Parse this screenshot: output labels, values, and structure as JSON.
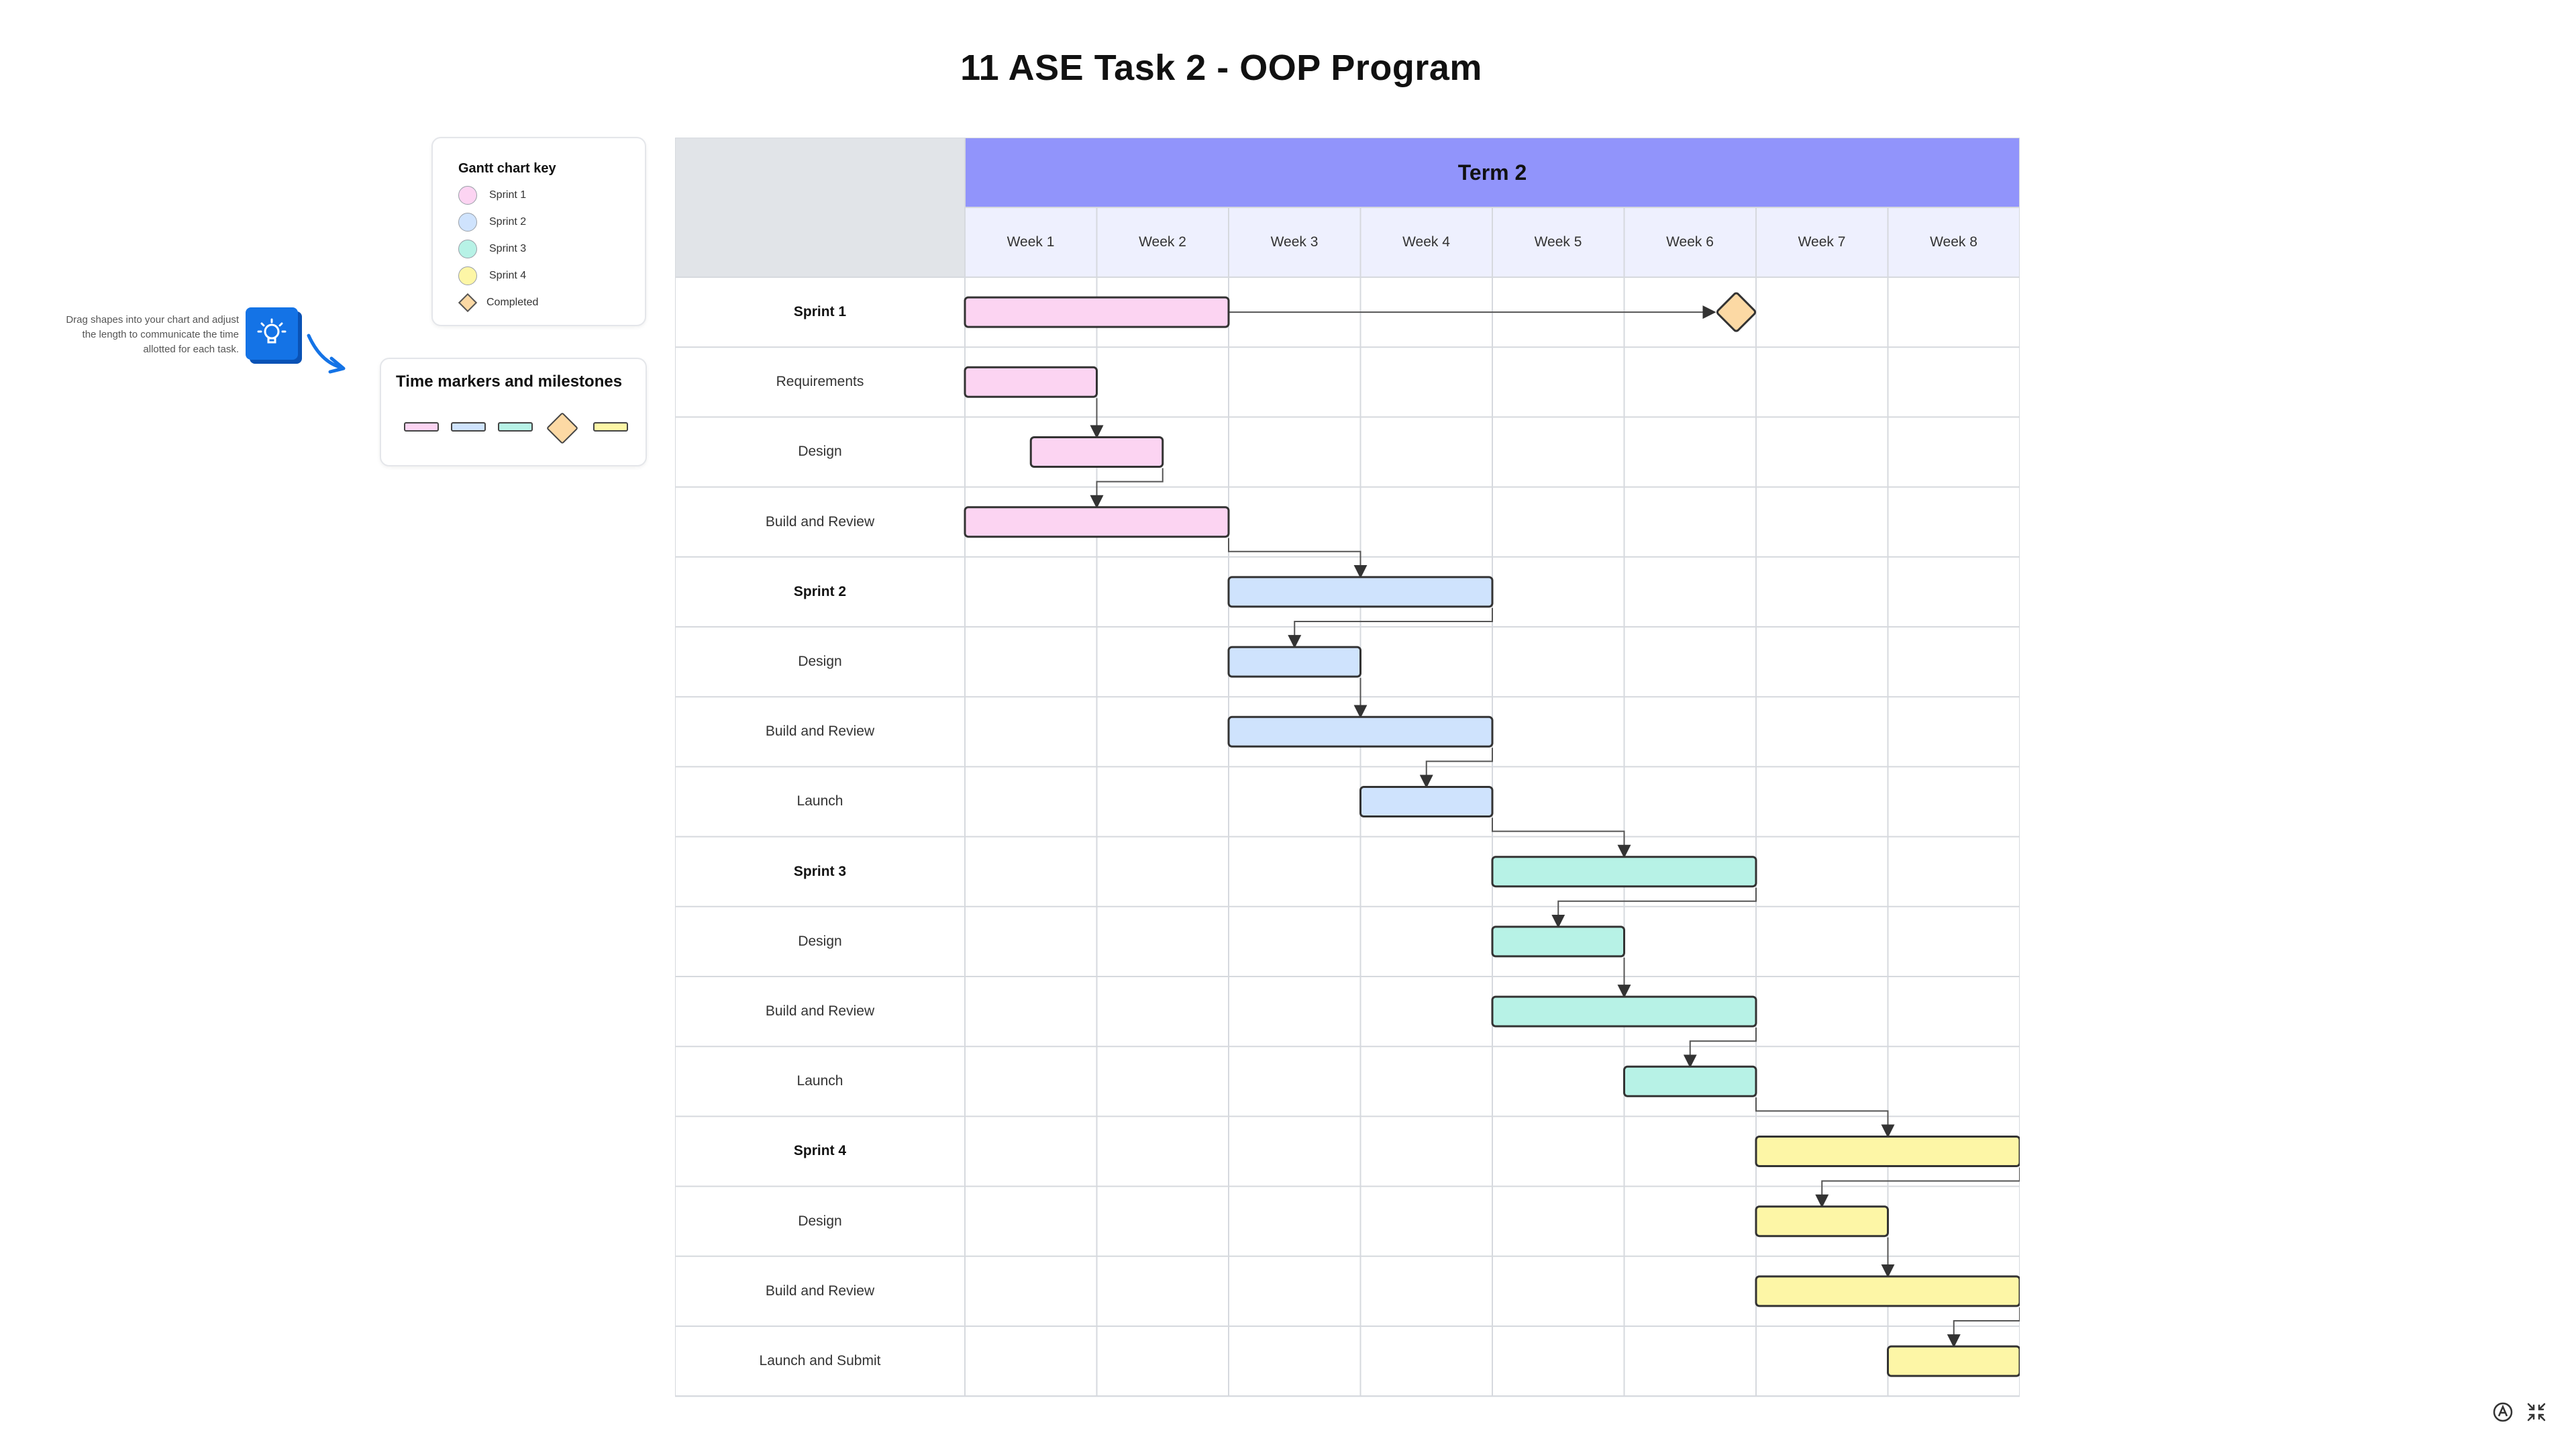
{
  "title": "11 ASE Task 2 - OOP Program",
  "key": {
    "title": "Gantt chart key",
    "items": [
      {
        "label": "Sprint 1",
        "color": "#fcd4f2"
      },
      {
        "label": "Sprint 2",
        "color": "#cfe3fd"
      },
      {
        "label": "Sprint 3",
        "color": "#b7f2e6"
      },
      {
        "label": "Sprint 4",
        "color": "#fdf6a6"
      },
      {
        "label": "Completed",
        "color": "#fcd9a4",
        "shape": "diamond"
      }
    ]
  },
  "markers": {
    "title": "Time markers and milestones"
  },
  "hint": {
    "text": "Drag shapes into your chart and adjust the length to communicate the time allotted for each task.",
    "icon": "lightbulb-icon"
  },
  "gantt": {
    "term": "Term 2",
    "weeks": [
      "Week 1",
      "Week 2",
      "Week 3",
      "Week 4",
      "Week 5",
      "Week 6",
      "Week 7",
      "Week 8"
    ],
    "rows": [
      {
        "label": "Sprint 1",
        "bold": true,
        "start": 0,
        "end": 2,
        "sprint": 0,
        "milestone": 5.85
      },
      {
        "label": "Requirements",
        "bold": false,
        "start": 0,
        "end": 1,
        "sprint": 0
      },
      {
        "label": "Design",
        "bold": false,
        "start": 0.5,
        "end": 1.5,
        "sprint": 0
      },
      {
        "label": "Build and Review",
        "bold": false,
        "start": 0,
        "end": 2,
        "sprint": 0
      },
      {
        "label": "Sprint 2",
        "bold": true,
        "start": 2,
        "end": 4,
        "sprint": 1
      },
      {
        "label": "Design",
        "bold": false,
        "start": 2,
        "end": 3,
        "sprint": 1
      },
      {
        "label": "Build and Review",
        "bold": false,
        "start": 2,
        "end": 4,
        "sprint": 1
      },
      {
        "label": "Launch",
        "bold": false,
        "start": 3,
        "end": 4,
        "sprint": 1
      },
      {
        "label": "Sprint 3",
        "bold": true,
        "start": 4,
        "end": 6,
        "sprint": 2
      },
      {
        "label": "Design",
        "bold": false,
        "start": 4,
        "end": 5,
        "sprint": 2
      },
      {
        "label": "Build and Review",
        "bold": false,
        "start": 4,
        "end": 6,
        "sprint": 2
      },
      {
        "label": "Launch",
        "bold": false,
        "start": 5,
        "end": 6,
        "sprint": 2
      },
      {
        "label": "Sprint 4",
        "bold": true,
        "start": 6,
        "end": 8,
        "sprint": 3
      },
      {
        "label": "Design",
        "bold": false,
        "start": 6,
        "end": 7,
        "sprint": 3
      },
      {
        "label": "Build and Review",
        "bold": false,
        "start": 6,
        "end": 8,
        "sprint": 3
      },
      {
        "label": "Launch and Submit",
        "bold": false,
        "start": 7,
        "end": 8,
        "sprint": 3
      }
    ],
    "dependencies": [
      [
        1,
        2
      ],
      [
        2,
        3
      ],
      [
        4,
        5
      ],
      [
        5,
        6
      ],
      [
        6,
        7
      ],
      [
        8,
        9
      ],
      [
        9,
        10
      ],
      [
        10,
        11
      ],
      [
        12,
        13
      ],
      [
        13,
        14
      ],
      [
        14,
        15
      ]
    ],
    "sprint_links": [
      [
        3,
        4
      ],
      [
        7,
        8
      ],
      [
        11,
        12
      ]
    ],
    "colors": {
      "sprints": [
        "#fcd4f2",
        "#cfe3fd",
        "#b7f2e6",
        "#fdf6a6"
      ],
      "milestone": "#fcd9a4",
      "term_header": "#9194fb",
      "week_header": "#eef0fe",
      "corner": "#e1e4e8",
      "grid": "#d6d9de"
    }
  }
}
